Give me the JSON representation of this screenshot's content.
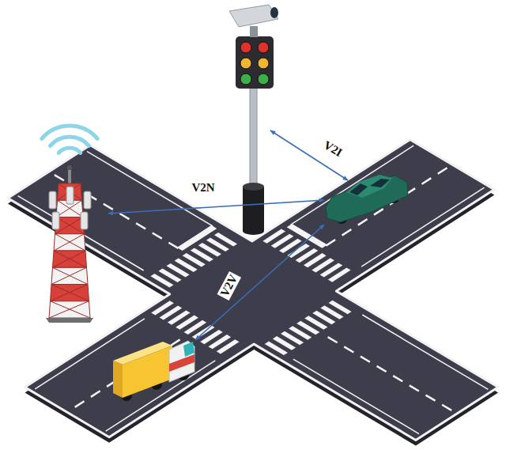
{
  "diagram": {
    "labels": [
      "V2N",
      "V2I",
      "V2V"
    ]
  }
}
